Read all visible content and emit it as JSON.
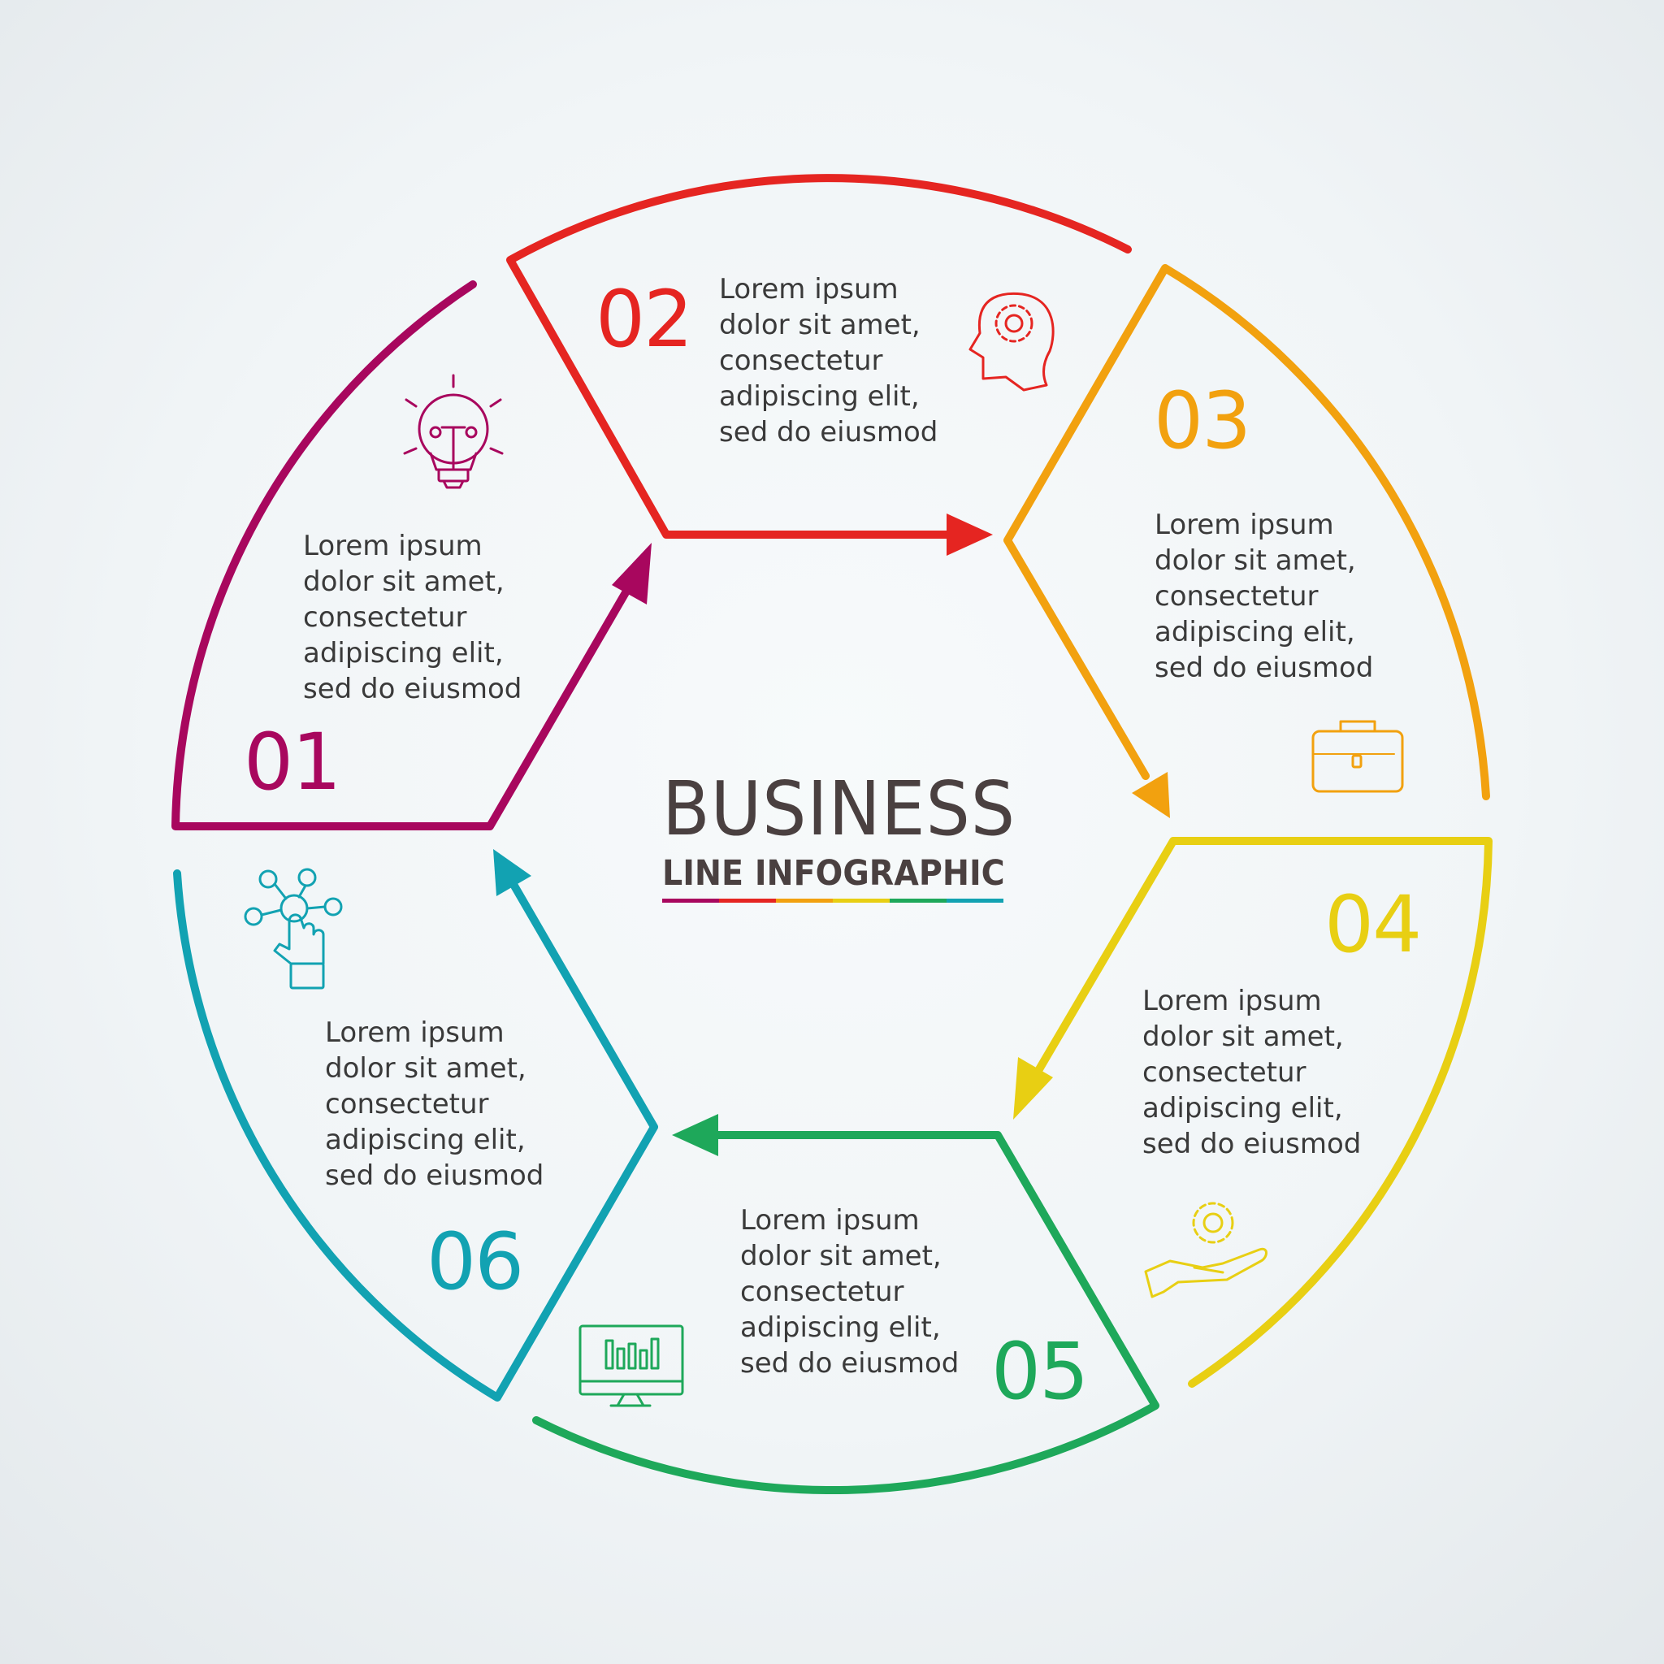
{
  "title": {
    "main": "BUSINESS",
    "sub": "LINE INFOGRAPHIC"
  },
  "steps": [
    {
      "number": "01",
      "color": "#a8075e",
      "icon": "lightbulb-icon",
      "text": [
        "Lorem ipsum",
        "dolor sit amet,",
        "consectetur",
        "adipiscing elit,",
        "sed do eiusmod"
      ]
    },
    {
      "number": "02",
      "color": "#e52521",
      "icon": "head-gear-icon",
      "text": [
        "Lorem ipsum",
        "dolor sit amet,",
        "consectetur",
        "adipiscing elit,",
        "sed do eiusmod"
      ]
    },
    {
      "number": "03",
      "color": "#f2a10f",
      "icon": "briefcase-icon",
      "text": [
        "Lorem ipsum",
        "dolor sit amet,",
        "consectetur",
        "adipiscing elit,",
        "sed do eiusmod"
      ]
    },
    {
      "number": "04",
      "color": "#e8cf13",
      "icon": "hand-gear-icon",
      "text": [
        "Lorem ipsum",
        "dolor sit amet,",
        "consectetur",
        "adipiscing elit,",
        "sed do eiusmod"
      ]
    },
    {
      "number": "05",
      "color": "#1ea85a",
      "icon": "monitor-chart-icon",
      "text": [
        "Lorem ipsum",
        "dolor sit amet,",
        "consectetur",
        "adipiscing elit,",
        "sed do eiusmod"
      ]
    },
    {
      "number": "06",
      "color": "#12a2b2",
      "icon": "network-touch-icon",
      "text": [
        "Lorem ipsum",
        "dolor sit amet,",
        "consectetur",
        "adipiscing elit,",
        "sed do eiusmod"
      ]
    }
  ]
}
